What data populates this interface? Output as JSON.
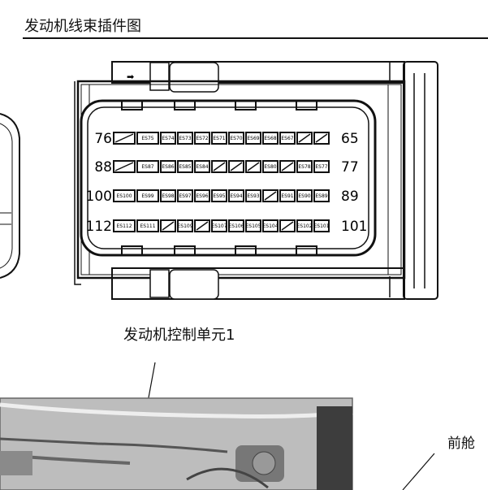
{
  "header": {
    "title": "发动机线束插件图"
  },
  "caption": "发动机控制单元1",
  "corner_label": "前舱",
  "arrow_glyph": "➡",
  "connector": {
    "rows": [
      {
        "left": "76",
        "right": "65",
        "pins": [
          {
            "t": ""
          },
          {
            "t": "ES75"
          },
          {
            "t": "ES74"
          },
          {
            "t": "ES73"
          },
          {
            "t": "ES72"
          },
          {
            "t": "ES71"
          },
          {
            "t": "ES70"
          },
          {
            "t": "ES69"
          },
          {
            "t": "ES68"
          },
          {
            "t": "ES67"
          },
          {
            "t": ""
          },
          {
            "t": ""
          }
        ]
      },
      {
        "left": "88",
        "right": "77",
        "pins": [
          {
            "t": ""
          },
          {
            "t": "ES87"
          },
          {
            "t": "ES86"
          },
          {
            "t": "ES85"
          },
          {
            "t": "ES84"
          },
          {
            "t": ""
          },
          {
            "t": ""
          },
          {
            "t": ""
          },
          {
            "t": "ES80"
          },
          {
            "t": ""
          },
          {
            "t": "ES78"
          },
          {
            "t": "ES77"
          }
        ]
      },
      {
        "left": "100",
        "right": "89",
        "pins": [
          {
            "t": "ES100"
          },
          {
            "t": "ES99"
          },
          {
            "t": "ES98"
          },
          {
            "t": "ES97"
          },
          {
            "t": "ES96"
          },
          {
            "t": "ES95"
          },
          {
            "t": "ES94"
          },
          {
            "t": "ES93"
          },
          {
            "t": ""
          },
          {
            "t": "ES91"
          },
          {
            "t": "ES90"
          },
          {
            "t": "ES89"
          }
        ]
      },
      {
        "left": "112",
        "right": "101",
        "pins": [
          {
            "t": "ES112"
          },
          {
            "t": "ES111"
          },
          {
            "t": ""
          },
          {
            "t": "ES109"
          },
          {
            "t": ""
          },
          {
            "t": "ES107"
          },
          {
            "t": "ES106"
          },
          {
            "t": "ES105"
          },
          {
            "t": "ES104"
          },
          {
            "t": ""
          },
          {
            "t": "ES102"
          },
          {
            "t": "ES101"
          }
        ]
      }
    ]
  }
}
